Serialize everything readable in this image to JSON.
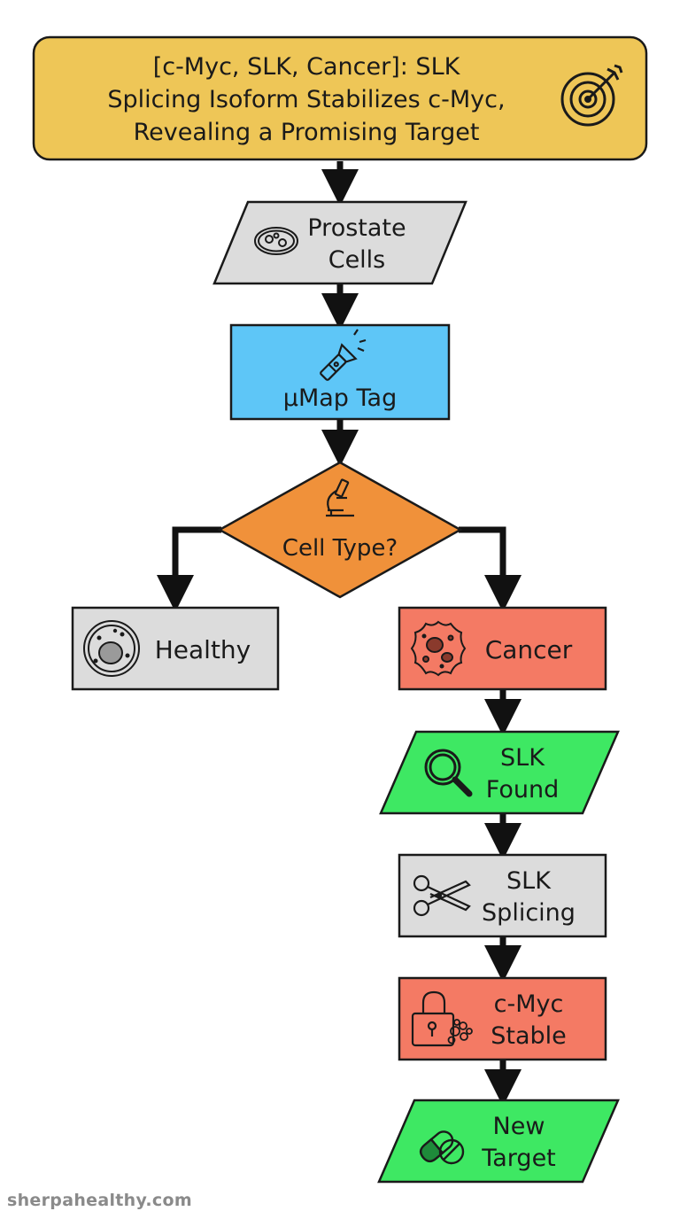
{
  "header": {
    "title_lines": [
      "[c-Myc, SLK, Cancer]: SLK",
      "Splicing Isoform Stabilizes c-Myc,",
      "Revealing a Promising Target"
    ]
  },
  "nodes": {
    "prostate_cells": {
      "lines": [
        "Prostate",
        "Cells"
      ],
      "icon": "petri-dish-icon"
    },
    "umap_tag": {
      "lines": [
        "μMap Tag"
      ],
      "icon": "flashlight-icon"
    },
    "cell_type": {
      "lines": [
        "Cell Type?"
      ],
      "icon": "microscope-icon"
    },
    "healthy": {
      "lines": [
        "Healthy"
      ],
      "icon": "healthy-cell-icon"
    },
    "cancer": {
      "lines": [
        "Cancer"
      ],
      "icon": "cancer-cell-icon"
    },
    "slk_found": {
      "lines": [
        "SLK",
        "Found"
      ],
      "icon": "magnifier-icon"
    },
    "slk_splicing": {
      "lines": [
        "SLK",
        "Splicing"
      ],
      "icon": "scissors-icon"
    },
    "cmyc_stable": {
      "lines": [
        "c-Myc",
        "Stable"
      ],
      "icon": "lock-icon"
    },
    "new_target": {
      "lines": [
        "New",
        "Target"
      ],
      "icon": "pill-icon"
    }
  },
  "colors": {
    "title_fill": "#eec657",
    "gray_fill": "#dcdcdc",
    "blue_fill": "#5ec6f7",
    "orange_fill": "#f0913a",
    "red_fill": "#f47a64",
    "green_fill": "#3ee863",
    "stroke": "#1a1a1a"
  },
  "footer": {
    "watermark": "sherpahealthy.com"
  }
}
